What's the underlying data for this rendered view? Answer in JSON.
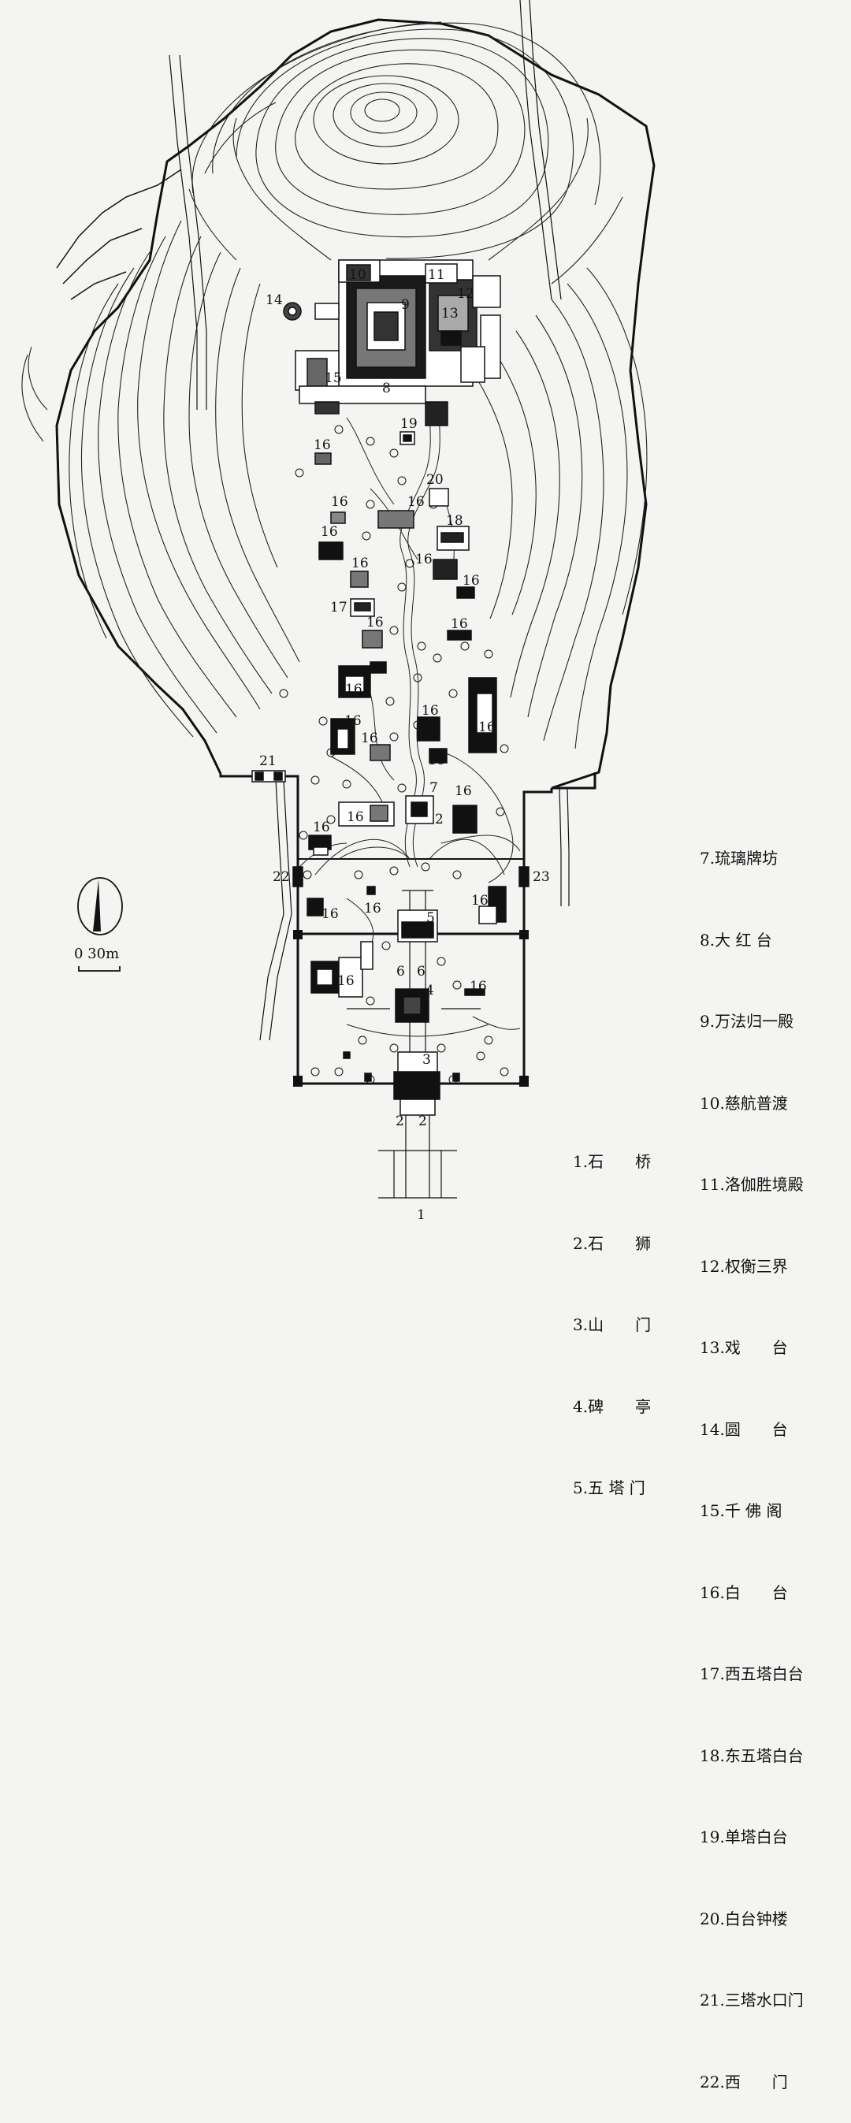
{
  "labels": {
    "scale": "0   30m"
  },
  "legend_left": [
    {
      "num": "1.",
      "name": "石　　桥"
    },
    {
      "num": "2.",
      "name": "石　　狮"
    },
    {
      "num": "3.",
      "name": "山　　门"
    },
    {
      "num": "4.",
      "name": "碑　　亭"
    },
    {
      "num": "5.",
      "name": "五 塔 门"
    }
  ],
  "legend_right": [
    {
      "num": "7.",
      "name": "琉璃牌坊"
    },
    {
      "num": "8.",
      "name": "大 红 台"
    },
    {
      "num": "9.",
      "name": "万法归一殿"
    },
    {
      "num": "10.",
      "name": "慈航普渡"
    },
    {
      "num": "11.",
      "name": "洛伽胜境殿"
    },
    {
      "num": "12.",
      "name": "权衡三界"
    },
    {
      "num": "13.",
      "name": "戏　　台"
    },
    {
      "num": "14.",
      "name": "圆　　台"
    },
    {
      "num": "15.",
      "name": "千 佛 阁"
    },
    {
      "num": "16.",
      "name": "白　　台"
    },
    {
      "num": "17.",
      "name": "西五塔白台"
    },
    {
      "num": "18.",
      "name": "东五塔白台"
    },
    {
      "num": "19.",
      "name": "单塔白台"
    },
    {
      "num": "20.",
      "name": "白台钟楼"
    },
    {
      "num": "21.",
      "name": "三塔水口门"
    },
    {
      "num": "22.",
      "name": "西　　门"
    }
  ],
  "map_numbers": [
    "1",
    "2",
    "2",
    "2",
    "3",
    "4",
    "5",
    "6",
    "6",
    "7",
    "8",
    "9",
    "10",
    "11",
    "12",
    "13",
    "14",
    "15",
    "16",
    "16",
    "16",
    "16",
    "16",
    "16",
    "16",
    "16",
    "16",
    "16",
    "16",
    "16",
    "16",
    "16",
    "16",
    "16",
    "16",
    "16",
    "16",
    "16",
    "16",
    "16",
    "17",
    "18",
    "19",
    "20",
    "21",
    "22",
    "23"
  ]
}
